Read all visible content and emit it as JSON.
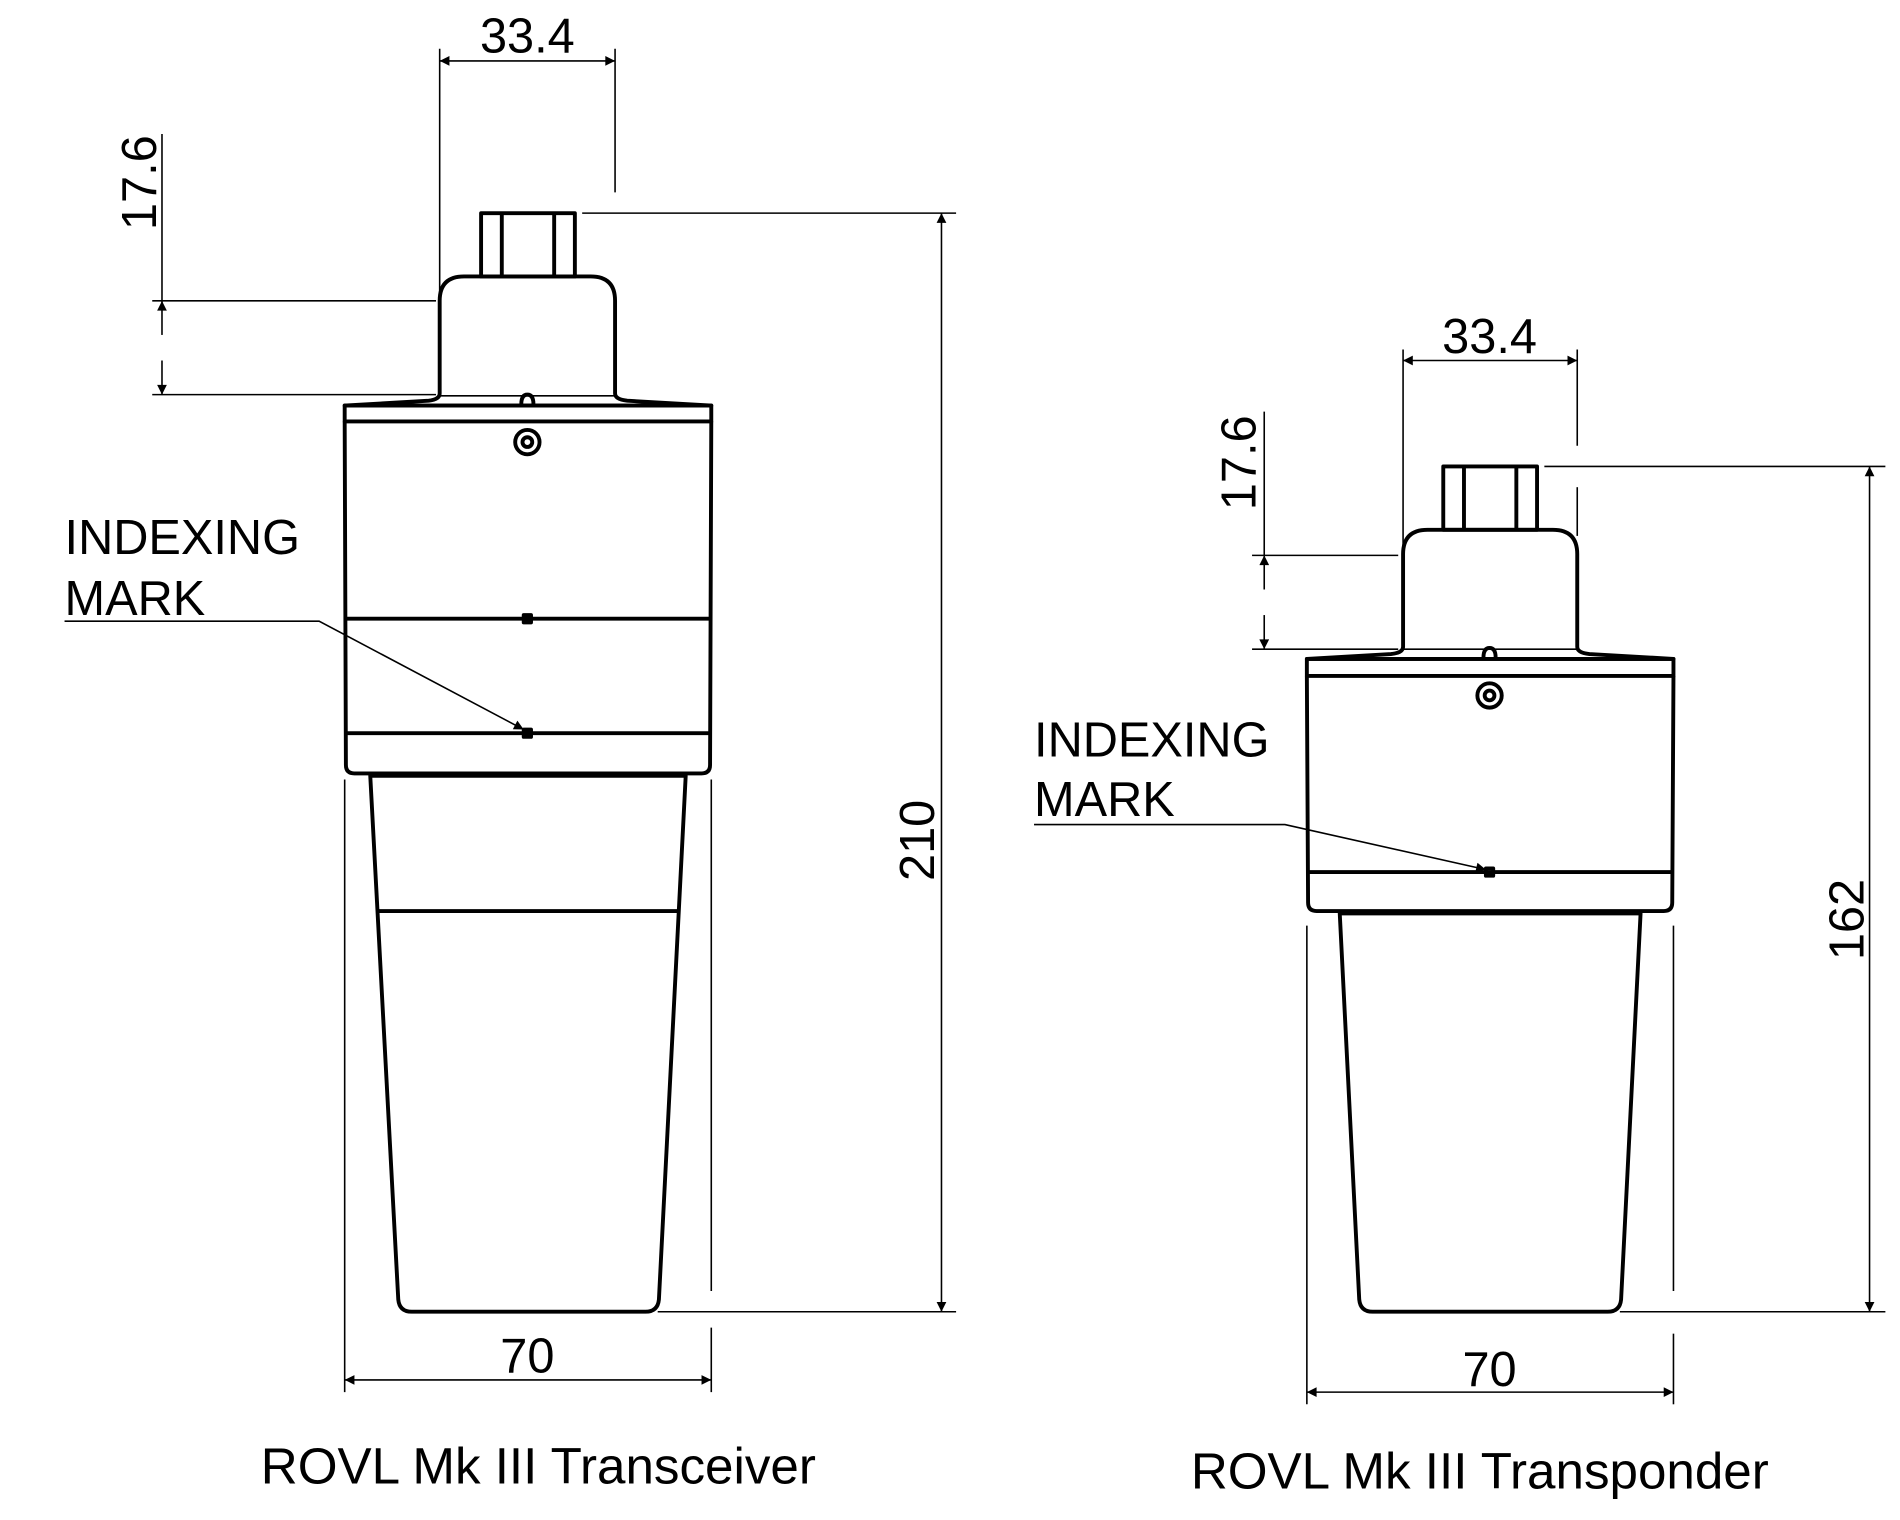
{
  "transceiver": {
    "title": "ROVL Mk III Transceiver",
    "dim_top_width": "33.4",
    "dim_cap_height": "17.6",
    "dim_total_height": "210",
    "dim_body_width": "70",
    "callout_line1": "INDEXING",
    "callout_line2": "MARK"
  },
  "transponder": {
    "title": "ROVL Mk III Transponder",
    "dim_top_width": "33.4",
    "dim_cap_height": "17.6",
    "dim_total_height": "162",
    "dim_body_width": "70",
    "callout_line1": "INDEXING",
    "callout_line2": "MARK"
  }
}
